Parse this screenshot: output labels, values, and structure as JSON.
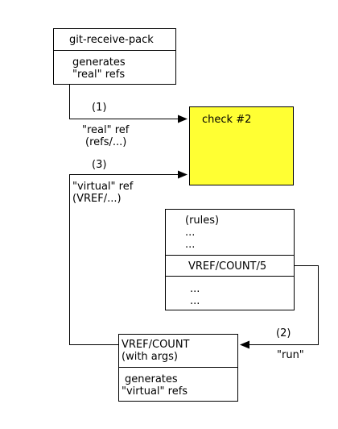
{
  "git_receive_pack": {
    "title": "git-receive-pack",
    "body_line1": "generates",
    "body_line2": "\"real\" refs"
  },
  "check_note": {
    "label": "check #2",
    "fill_color": "#ffff33"
  },
  "edges": {
    "real_ref": {
      "step": "(1)",
      "label_line1": "\"real\" ref",
      "label_line2": "(refs/...)"
    },
    "virtual_ref": {
      "step": "(3)",
      "label_line1": "\"virtual\" ref",
      "label_line2": "(VREF/...)"
    },
    "run": {
      "step": "(2)",
      "label": "\"run\""
    }
  },
  "rules_box": {
    "header_line1": "(rules)",
    "header_line2": "...",
    "header_line3": "...",
    "middle": "VREF/COUNT/5",
    "footer_line1": "...",
    "footer_line2": "..."
  },
  "vref_count": {
    "title_line1": "VREF/COUNT",
    "title_line2": "(with args)",
    "body_line1": "generates",
    "body_line2": "\"virtual\" refs"
  }
}
